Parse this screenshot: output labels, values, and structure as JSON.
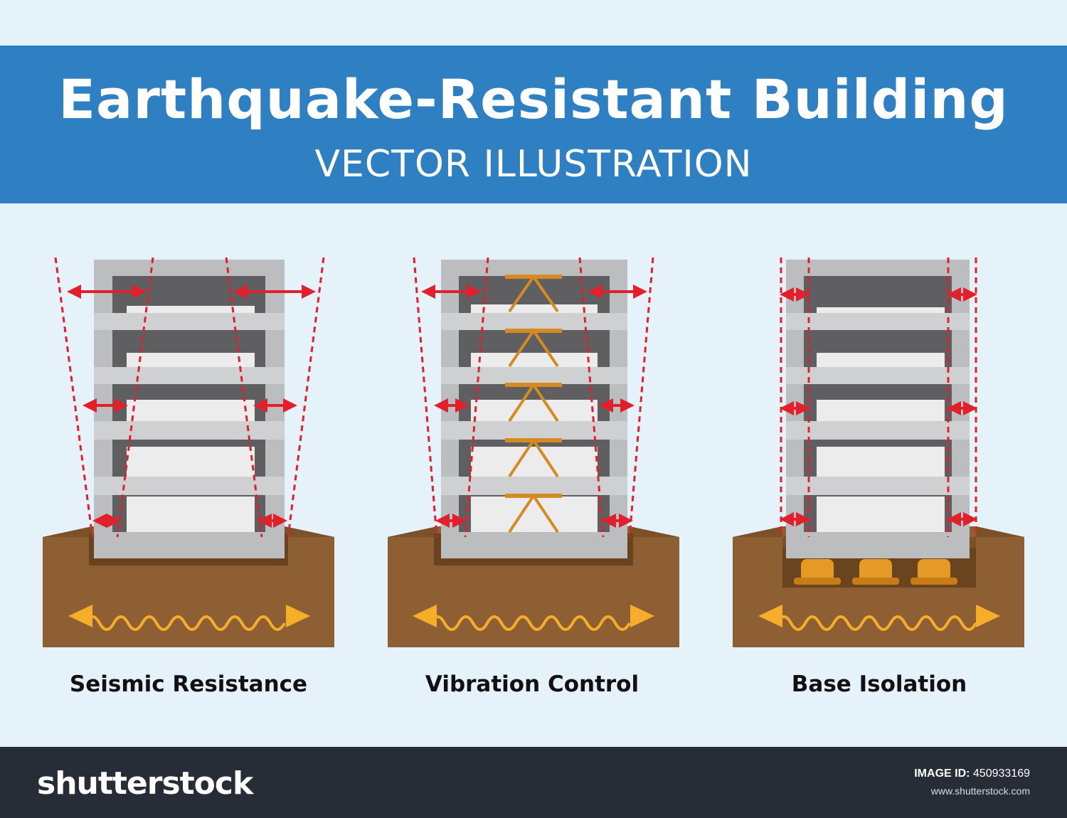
{
  "header": {
    "title": "Earthquake-Resistant Building",
    "subtitle": "VECTOR ILLUSTRATION"
  },
  "panels": [
    {
      "label": "Seismic Resistance",
      "icon": "seismic-resistance-building-icon"
    },
    {
      "label": "Vibration Control",
      "icon": "vibration-control-building-icon"
    },
    {
      "label": "Base Isolation",
      "icon": "base-isolation-building-icon"
    }
  ],
  "footer": {
    "brand": "shutterstock",
    "image_id_label": "IMAGE ID:",
    "image_id": "450933169",
    "site": "www.shutterstock.com"
  },
  "colors": {
    "banner": "#2f80c3",
    "background": "#e6f2fa",
    "frame": "#bcbdbe",
    "window_dark": "#5f5f62",
    "window_light": "#ececec",
    "ground": "#8e5f33",
    "ground_top": "#7c5028",
    "arrow_red": "#e2202b",
    "wave": "#f6ad2a",
    "damper": "#d58a22",
    "footer": "#272d36"
  }
}
